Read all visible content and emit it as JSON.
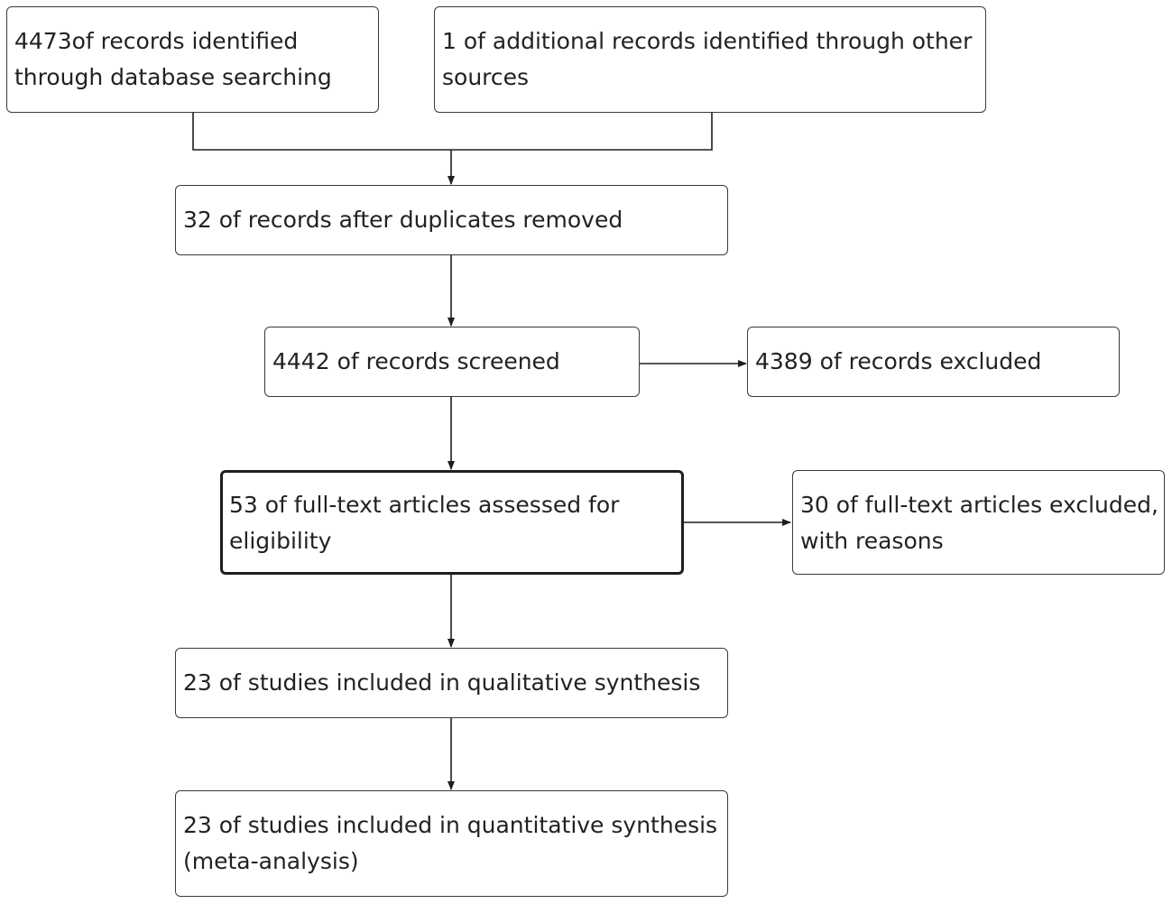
{
  "flow": {
    "identified_db": {
      "line1": "4473of records identified",
      "line2": "through database searching"
    },
    "identified_other": {
      "line1": "1 of additional records identified through other",
      "line2": "sources"
    },
    "after_duplicates": {
      "line1": "32 of records after duplicates removed"
    },
    "screened": {
      "line1": "4442 of records screened"
    },
    "excluded": {
      "line1": "4389 of records excluded"
    },
    "fulltext_assessed": {
      "line1": "53 of full-text articles assessed for",
      "line2": "eligibility"
    },
    "fulltext_excluded": {
      "line1": "30 of full-text articles excluded,",
      "line2": "with reasons"
    },
    "qualitative": {
      "line1": "23 of studies included in qualitative synthesis"
    },
    "quantitative": {
      "line1": "23 of studies included in quantitative synthesis",
      "line2": "(meta-analysis)"
    }
  }
}
